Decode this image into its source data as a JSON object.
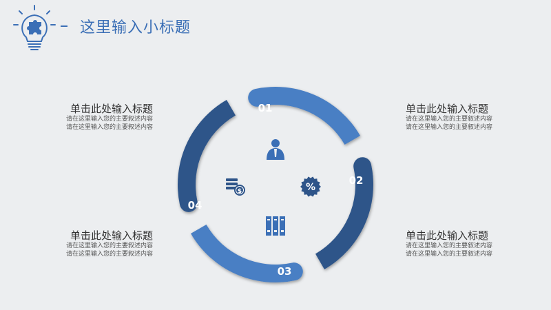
{
  "page": {
    "title": "这里输入小标题"
  },
  "segments": [
    {
      "number": "01",
      "color": "#4a7fc4"
    },
    {
      "number": "02",
      "color": "#2e5489"
    },
    {
      "number": "03",
      "color": "#4a7fc4"
    },
    {
      "number": "04",
      "color": "#2e5489"
    }
  ],
  "icons": [
    "person-icon",
    "percent-badge-icon",
    "binders-icon",
    "coins-icon"
  ],
  "blocks": {
    "top_left": {
      "heading": "单击此处输入标题",
      "lines": [
        "请在这里输入您的主要叙述内容",
        "请在这里输入您的主要叙述内容"
      ]
    },
    "bottom_left": {
      "heading": "单击此处输入标题",
      "lines": [
        "请在这里输入您的主要叙述内容",
        "请在这里输入您的主要叙述内容"
      ]
    },
    "top_right": {
      "heading": "单击此处输入标题",
      "lines": [
        "请在这里输入您的主要叙述内容",
        "请在这里输入您的主要叙述内容"
      ]
    },
    "bottom_right": {
      "heading": "单击此处输入标题",
      "lines": [
        "请在这里输入您的主要叙述内容",
        "请在这里输入您的主要叙述内容"
      ]
    }
  },
  "colors": {
    "accent": "#3b6fb6",
    "dark_blue": "#2e5489",
    "light_blue": "#4a7fc4",
    "background": "#eceef0"
  }
}
